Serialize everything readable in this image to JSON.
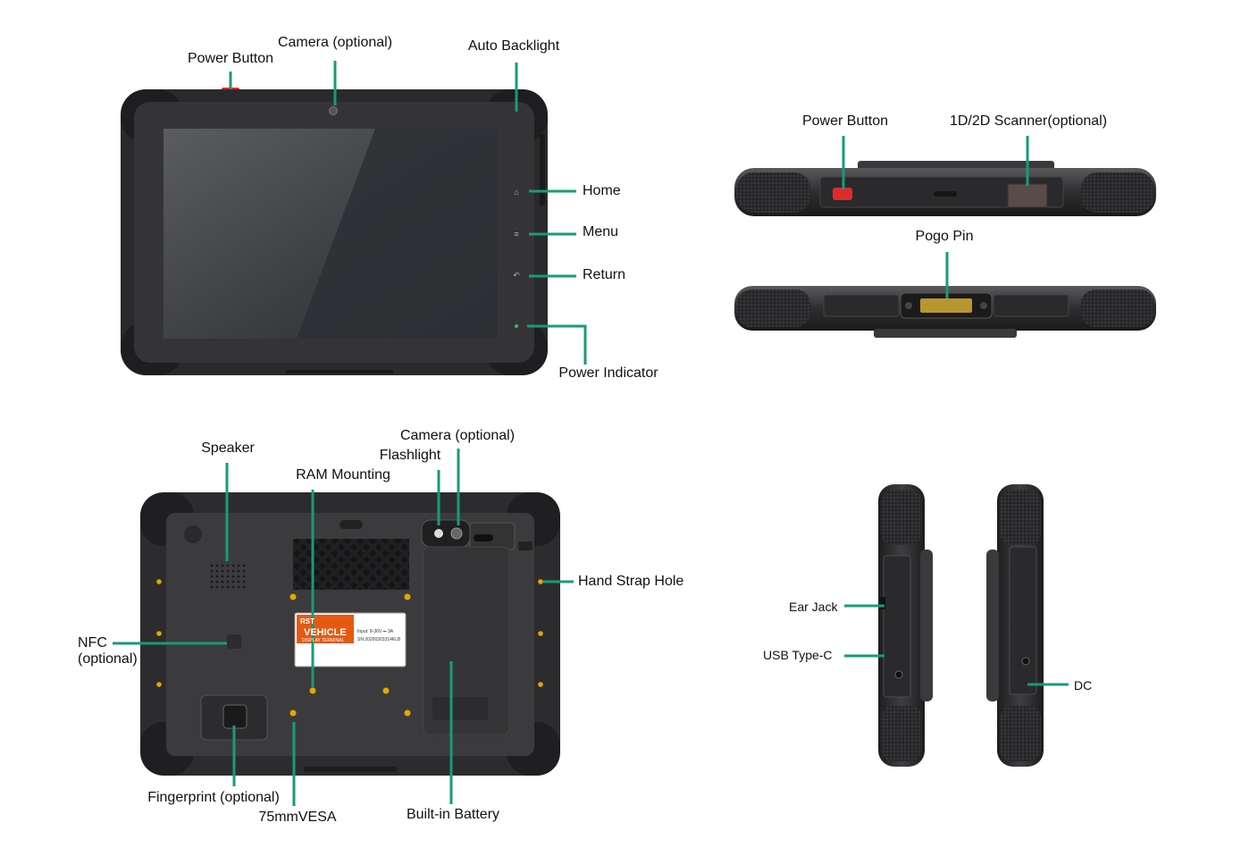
{
  "colors": {
    "leader": "#1a9a7a",
    "body": "#2c2c2e",
    "bezel": "#3a3a3c",
    "screen": "#1f2124",
    "power_button": "#e02a2a",
    "led": "#22cc55",
    "vesa_screw": "#e0a800",
    "label_orange": "#e55a12"
  },
  "icons": {
    "home": "home-icon",
    "menu": "menu-icon",
    "return": "return-arrow-icon"
  },
  "front_view": {
    "power_button": "Power Button",
    "camera": "Camera (optional)",
    "auto_backlight": "Auto Backlight",
    "home": "Home",
    "menu": "Menu",
    "return": "Return",
    "power_indicator": "Power Indicator"
  },
  "top_view": {
    "power_button": "Power Button",
    "scanner": "1D/2D Scanner(optional)",
    "pogo_pin": "Pogo Pin"
  },
  "back_view": {
    "speaker": "Speaker",
    "ram_mounting": "RAM Mounting",
    "flashlight": "Flashlight",
    "camera": "Camera (optional)",
    "hand_strap_hole": "Hand Strap Hole",
    "nfc_line1": "NFC",
    "nfc_line2": "(optional)",
    "fingerprint": "Fingerprint (optional)",
    "vesa": "75mmVESA",
    "battery": "Built-in Battery",
    "sticker": {
      "brand": "RST",
      "title": "VEHICLE",
      "subtitle": "DISPLAY TERMINAL",
      "input": "Input: 8-36V ⎓ 3A",
      "serial": "SN:20200303314KLB"
    }
  },
  "side_views": {
    "ear_jack": "Ear Jack",
    "usb_c": "USB Type-C",
    "dc": "DC"
  }
}
